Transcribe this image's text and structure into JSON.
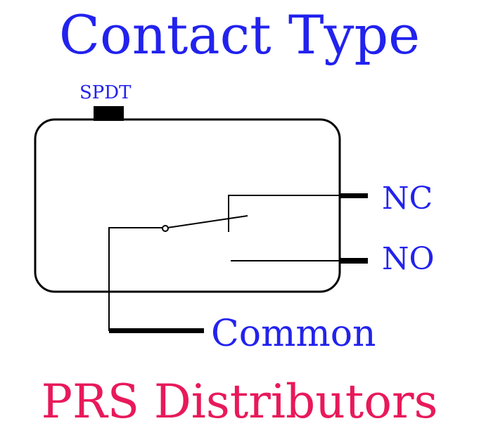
{
  "title": "Contact Type",
  "footer": "PRS Distributors",
  "labels": {
    "spdt": "SPDT",
    "nc": "NC",
    "no": "NO",
    "common": "Common"
  },
  "colors": {
    "title": "#2222ee",
    "footer": "#e8195a",
    "lines": "#000000"
  }
}
